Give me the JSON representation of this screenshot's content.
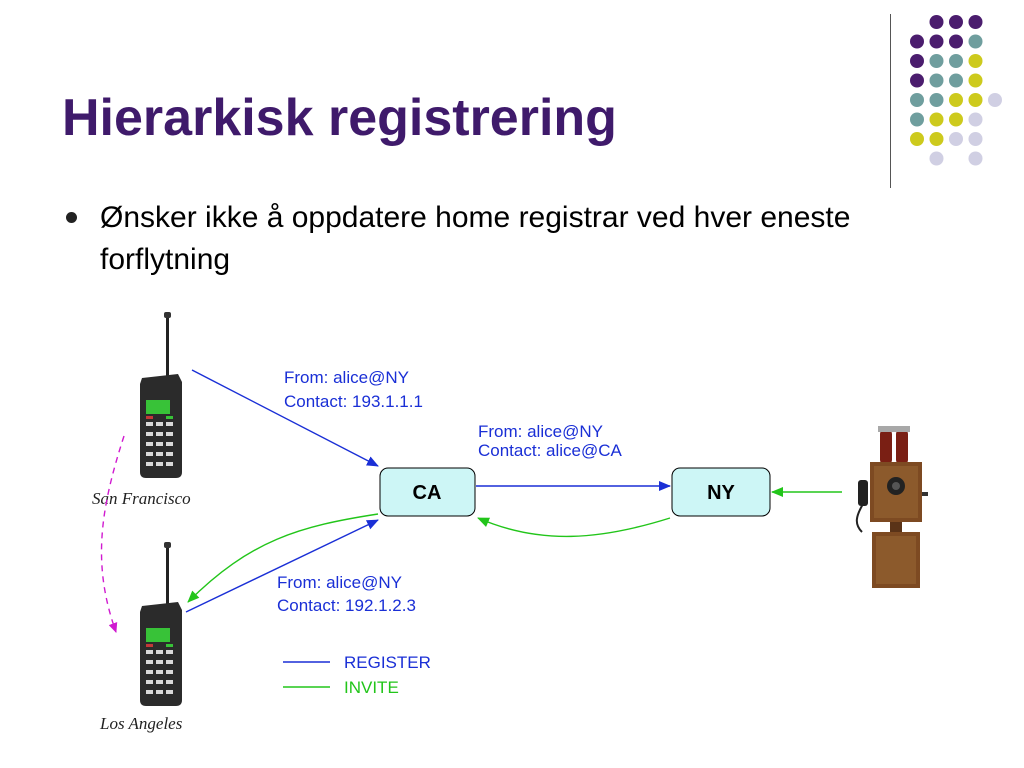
{
  "title": "Hierarkisk registrering",
  "bullet": "Ønsker ikke å oppdatere home registrar ved hver eneste forflytning",
  "diagram": {
    "devices": {
      "top_location": "San Francisco",
      "bottom_location": "Los Angeles"
    },
    "nodes": {
      "ca": "CA",
      "ny": "NY"
    },
    "messages": {
      "sf_from": "From: alice@NY",
      "sf_contact": "Contact: 193.1.1.1",
      "ca_from": "From: alice@NY",
      "ca_contact": "Contact: alice@CA",
      "la_from": "From: alice@NY",
      "la_contact": "Contact: 192.1.2.3"
    },
    "legend": {
      "register": "REGISTER",
      "invite": "INVITE"
    }
  },
  "colors": {
    "title": "#3f1a6b",
    "register": "#1a2fd6",
    "invite": "#22c51a",
    "node_fill": "#cdf6f6",
    "movement": "#d01ad0",
    "dot_purple": "#4b1d6e",
    "dot_teal": "#6f9e9e",
    "dot_yellow": "#cdca1d",
    "dot_lavender": "#d0cfe3"
  },
  "icons": [
    "cell-phone-icon",
    "antique-telephone-icon",
    "decorative-dot-grid"
  ]
}
